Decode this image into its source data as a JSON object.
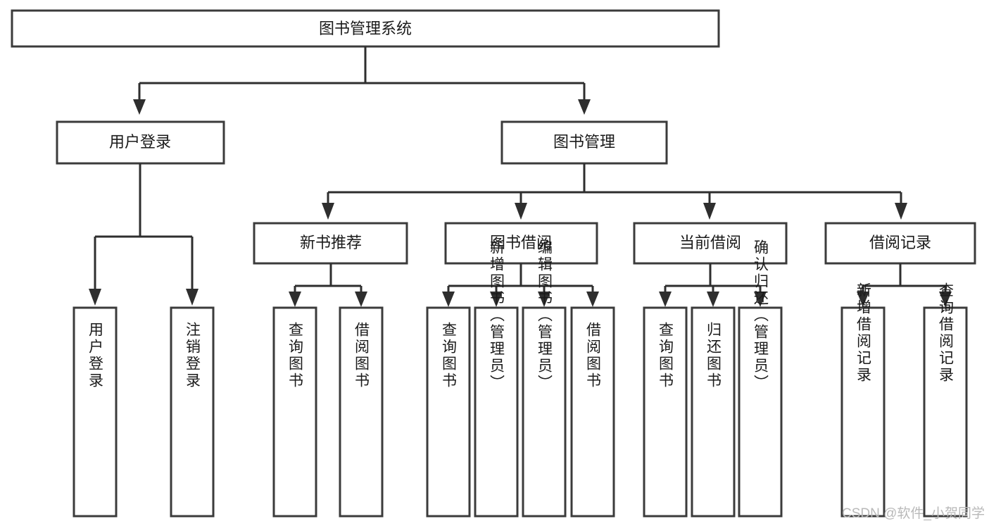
{
  "diagram": {
    "title": "图书管理系统",
    "type": "tree-hierarchy",
    "root": {
      "id": "root",
      "label": "图书管理系统"
    },
    "level1": [
      {
        "id": "user-login",
        "label": "用户登录"
      },
      {
        "id": "book-management",
        "label": "图书管理"
      }
    ],
    "level2": [
      {
        "id": "new-book-recommend",
        "label": "新书推荐",
        "parent": "book-management"
      },
      {
        "id": "book-borrow",
        "label": "图书借阅",
        "parent": "book-management"
      },
      {
        "id": "current-borrow",
        "label": "当前借阅",
        "parent": "book-management"
      },
      {
        "id": "borrow-record",
        "label": "借阅记录",
        "parent": "book-management"
      }
    ],
    "leaves": [
      {
        "id": "leaf-user-login",
        "label": "用户登录",
        "parent": "user-login"
      },
      {
        "id": "leaf-logout-login",
        "label": "注销登录",
        "parent": "user-login"
      },
      {
        "id": "leaf-query-book-1",
        "label": "查询图书",
        "parent": "new-book-recommend"
      },
      {
        "id": "leaf-borrow-book-1",
        "label": "借阅图书",
        "parent": "new-book-recommend"
      },
      {
        "id": "leaf-query-book-2",
        "label": "查询图书",
        "parent": "book-borrow"
      },
      {
        "id": "leaf-add-book",
        "label": "新增图书（管理员）",
        "parent": "book-borrow"
      },
      {
        "id": "leaf-edit-book",
        "label": "编辑图书（管理员）",
        "parent": "book-borrow"
      },
      {
        "id": "leaf-borrow-book-2",
        "label": "借阅图书",
        "parent": "book-borrow"
      },
      {
        "id": "leaf-query-book-3",
        "label": "查询图书",
        "parent": "current-borrow"
      },
      {
        "id": "leaf-return-book",
        "label": "归还图书",
        "parent": "current-borrow"
      },
      {
        "id": "leaf-confirm-return",
        "label": "确认归还（管理员）",
        "parent": "current-borrow"
      },
      {
        "id": "leaf-add-record",
        "label": "新增借阅记录",
        "parent": "borrow-record"
      },
      {
        "id": "leaf-query-record",
        "label": "查询借阅记录",
        "parent": "borrow-record"
      }
    ],
    "watermark": "CSDN @软件_小贺同学",
    "colors": {
      "box_stroke": "#3b3b3b",
      "connector": "#2e2e2e",
      "text": "#1a1a1a",
      "background": "#ffffff",
      "watermark": "#b9b9b9"
    }
  }
}
